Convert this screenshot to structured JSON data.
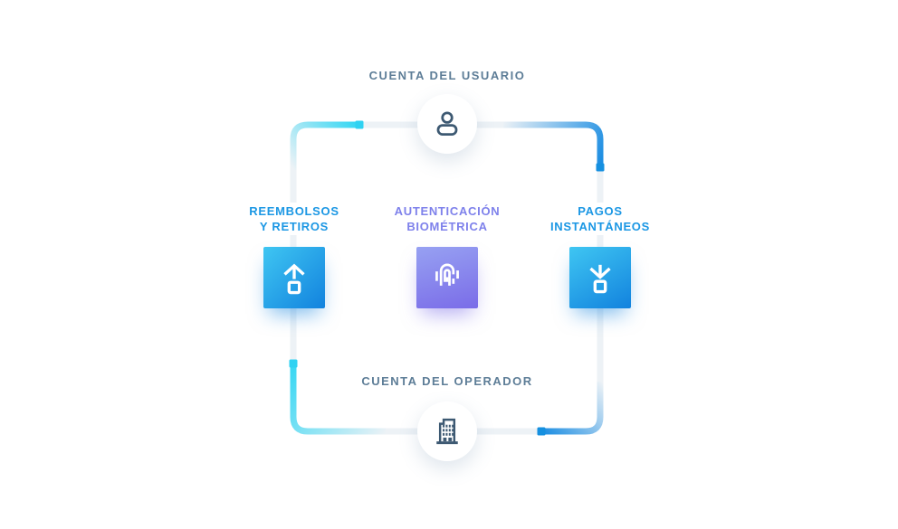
{
  "title_top": "CUENTA DEL USUARIO",
  "title_bottom": "CUENTA DEL OPERADOR",
  "nodes": {
    "top": {
      "title": "CUENTA DEL USUARIO",
      "icon": "user-icon"
    },
    "bottom": {
      "title": "CUENTA DEL OPERADOR",
      "icon": "building-icon"
    },
    "left": {
      "lines": [
        "REEMBOLSOS",
        "Y RETIROS"
      ],
      "icon": "upload-arrow-icon",
      "color": "#1b97e4"
    },
    "center": {
      "lines": [
        "AUTENTICACIÓN",
        "BIOMÉTRICA"
      ],
      "icon": "fingerprint-icon",
      "color": "#7e81eb"
    },
    "right": {
      "lines": [
        "PAGOS",
        "INSTANTÁNEOS"
      ],
      "icon": "download-arrow-icon",
      "color": "#1b97e4"
    }
  },
  "colors": {
    "background": "#ffffff",
    "track": "#edf2f6",
    "flow_cyan": "#38d7f3",
    "flow_blue": "#1b8de2",
    "square_blue_start": "#3fc6f2",
    "square_blue_end": "#1282de",
    "square_purple_start": "#97a1f2",
    "square_purple_end": "#7a6ce8",
    "icon_slate": "#3d5972",
    "title_text": "#5d7d97"
  }
}
